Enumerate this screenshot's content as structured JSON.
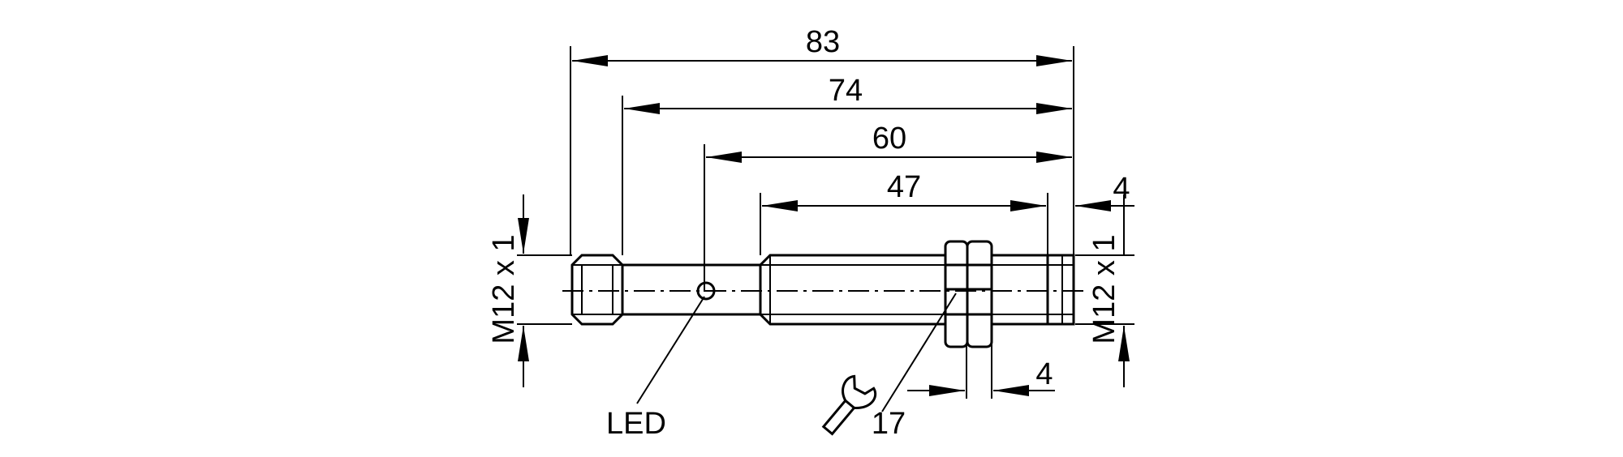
{
  "dimensions": {
    "overall_length": "83",
    "length_74": "74",
    "length_60": "60",
    "thread_length": "47",
    "connector_offset": "4",
    "nut_width": "4",
    "thread_left": "M12 x 1",
    "thread_right": "M12 x 1"
  },
  "labels": {
    "led": "LED",
    "wrench_size": "17"
  },
  "icons": {
    "wrench": "wrench-icon"
  }
}
